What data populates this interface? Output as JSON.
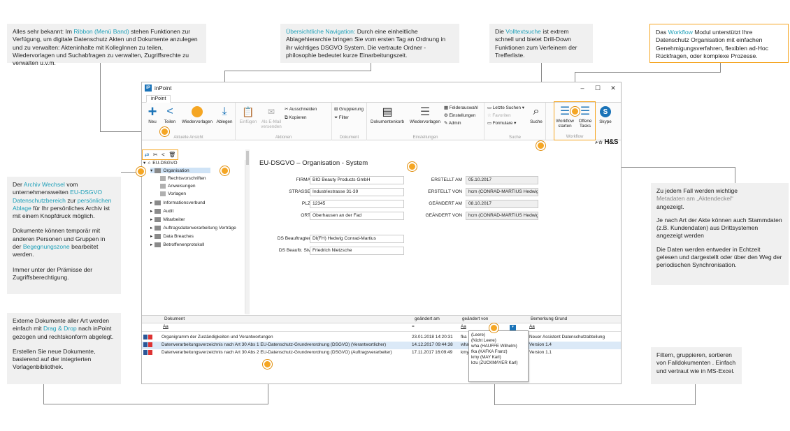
{
  "annotations": {
    "ribbon": {
      "p1": "Alles sehr bekannt: Im ",
      "hl": "Ribbon (Menü Band)",
      "p2": " stehen Funktionen zur Verfügung, um digitale Datenschutz Akten und Dokumente anzulegen und zu verwalten: Akteninhalte mit KollegInnen zu teilen, Wiedervorlagen und Suchabfragen zu verwalten, Zugriffsrechte zu verwalten u.v.m."
    },
    "navigation": {
      "hl": "Übersichtliche Navigation:",
      "p": " Durch eine einheitliche Ablagehierarchie bringen Sie vom ersten Tag an Ordnung in ihr wichtiges DSGVO System. Die vertraute Ordner - philosophie bedeutet kurze Einarbeitungszeit."
    },
    "search": {
      "p1": "Die ",
      "hl": "Volltextsuche",
      "p2": " ist extrem schnell und bietet Drill-Down Funktionen zum Verfeinern der Trefferliste."
    },
    "workflow": {
      "p1": "Das ",
      "hl": "Workflow",
      "p2": " Modul unterstützt Ihre Datenschutz Organisation mit einfachen Genehmigungsverfahren, flexiblen ad-Hoc Rückfragen, oder komplexe Prozesse."
    },
    "archive": {
      "p1": "Der ",
      "hl1": "Archiv Wechsel",
      "p2": " vom unternehmensweiten ",
      "hl2": "EU-DSGVO Datenschutzbereich",
      "p3": " zur ",
      "hl3": "persönlichen Ablage",
      "p4": " für Ihr persönliches Archiv ist mit einem Knopfdruck möglich.",
      "b1": "Dokumente können temporär mit anderen Personen und Gruppen in der ",
      "hl4": "Begegnungszone",
      "b2": " bearbeitet werden.",
      "c": "Immer unter der Prämisse der Zugriffsberechtigung."
    },
    "drag": {
      "p1": "Externe Dokumente aller Art werden einfach mit ",
      "hl": "Drag & Drop",
      "p2": " nach inPoint gezogen und rechtskonform abgelegt.",
      "b": "Erstellen Sie neue Dokumente, basierend auf der integrierten Vorlagenbibliothek."
    },
    "metadata": {
      "a1": "Zu jedem Fall werden wichtige",
      "a2": "Metadaten am „Aktendeckel“",
      "a3": "angezeigt.",
      "b": "Je nach Art der Akte können auch Stammdaten (z.B. Kundendaten) aus Drittsystemen angezeigt werden",
      "c": "Die Daten werden entweder in Echtzeit gelesen und dargestellt oder über den Weg der periodischen Synchronisation."
    },
    "filter": {
      "a": "Filtern, gruppieren, sortieren von Falldokumenten . Einfach und vertraut wie in MS-Excel."
    }
  },
  "window": {
    "title": "inPoint",
    "logo": "iP",
    "tab": "inPoint",
    "brand": "H&S"
  },
  "ribbon": {
    "new": "Neu",
    "share": "Teilen",
    "resubmit": "Wiedervorlagen",
    "file": "Ablegen",
    "group1": "Aktuelle Ansicht",
    "insert": "Einfügen",
    "asmail": "Als E-Mail versenden",
    "cut": "Ausschneiden",
    "copy": "Kopieren",
    "group2": "Aktionen",
    "grouping": "Gruppierung",
    "filter": "Filter",
    "group3": "Dokument",
    "basket": "Dokumentenkorb",
    "resub2": "Wiedervorlagen",
    "fields": "Felderauswahl",
    "settings": "Einstellungen",
    "admin": "Admin",
    "group4": "Einstellungen",
    "lastsearch": "Letzte Suchen",
    "favorites": "Favoriten",
    "forms": "Formulare",
    "search": "Suche",
    "group5": "Suche",
    "wfstart": "Workflow starten",
    "wfopen": "Offene Tasks",
    "group6": "Workflow",
    "skype": "Skype"
  },
  "tree": {
    "root": "EU-DSGVO",
    "items": [
      "Organisation",
      "Rechtsvorschriften",
      "Anweisungen",
      "Vorlagen",
      "Informationsverbund",
      "Audit",
      "Mitarbeiter",
      "Auftragsdatenverarbeitung Verträge",
      "Data Breaches",
      "Betroffenenprotokoll"
    ]
  },
  "detail": {
    "title": "EU-DSGVO – Organisation - System",
    "firma_l": "FIRMA",
    "firma": "BIO Beauty Products GmbH",
    "strasse_l": "STRASSE",
    "strasse": "Industriestrasse 31-39",
    "plz_l": "PLZ",
    "plz": "12345",
    "ort_l": "ORT",
    "ort": "Oberhausen an der Fad",
    "ds_l": "DS Beauftragter",
    "ds": "DI(FH) Hedwig Conrad-Martius",
    "dss_l": "DS Beauftr. Stv",
    "dss": "Friedrich Nietzsche",
    "ea_l": "ERSTELLT AM",
    "ea": "05.10.2017",
    "ev_l": "ERSTELLT VON",
    "ev": "hcm (CONRAD-MARTIUS Hedwig)",
    "ga_l": "GEÄNDERT AM",
    "ga": "08.10.2017",
    "gv_l": "GEÄNDERT VON",
    "gv": "hcm (CONRAD-MARTIUS Hedwig)"
  },
  "grid": {
    "h_doc": "Dokument",
    "h_date": "geändert am",
    "h_by": "geändert von",
    "h_note": "Bemerkung Grund",
    "f_doc": "Aa",
    "f_date": "=",
    "f_by": "Aa",
    "f_note": "Aa",
    "rows": [
      {
        "doc": "Organigramm der Zuständigkeiten und Verantwortungen",
        "date": "23.01.2018 14:20:31",
        "by": "fka",
        "note": "Neuer Assistent Datenschutzabteilung"
      },
      {
        "doc": "Datenverarbeitungsverzeichnis nach Art 30 Abs 1 EU-Datenschutz-Grundverordnung (DSGVO) (Verantwortlicher)",
        "date": "14.12.2017 09:44:38",
        "by": "wha",
        "note": "Version 1.4"
      },
      {
        "doc": "Datenverarbeitungsverzeichnis nach Art 30 Abs 2 EU-Datenschutz-Grundverordnung (DSGVO) (Auftragsverarbeiter)",
        "date": "17.11.2017 16:09:49",
        "by": "kmy",
        "note": "Version 1.1"
      }
    ],
    "dropdown": [
      "(Leere)",
      "(Nicht Leere)",
      "wha (HAUFFE Wilhelm)",
      "fka (KAFKA Franz)",
      "kmy (MAY Karl)",
      "kzu (ZUCKMAYER Karl)"
    ]
  },
  "colors": {
    "accent": "#f5a623",
    "link": "#1d9fb8",
    "blue": "#1a73b8"
  }
}
